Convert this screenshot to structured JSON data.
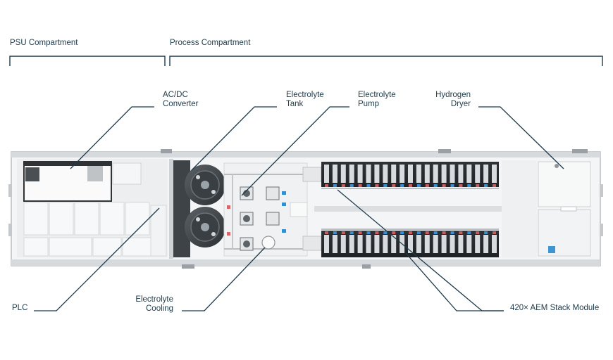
{
  "compartments": {
    "psu": "PSU Compartment",
    "process": "Process Compartment"
  },
  "callouts": {
    "acdc": {
      "line1": "AC/DC",
      "line2": "Converter"
    },
    "tank": {
      "line1": "Electrolyte",
      "line2": "Tank"
    },
    "pump": {
      "line1": "Electrolyte",
      "line2": "Pump"
    },
    "dryer": {
      "line1": "Hydrogen",
      "line2": "Dryer"
    },
    "plc": "PLC",
    "cooling": {
      "line1": "Electrolyte",
      "line2": "Cooling"
    },
    "stack": "420× AEM Stack Module"
  },
  "colors": {
    "leader": "#1e3a4a",
    "container_frame": "#c9cdd0",
    "container_floor": "#eef0f1",
    "dark_panel": "#3b3f43",
    "stack_dark": "#2b2f33"
  }
}
